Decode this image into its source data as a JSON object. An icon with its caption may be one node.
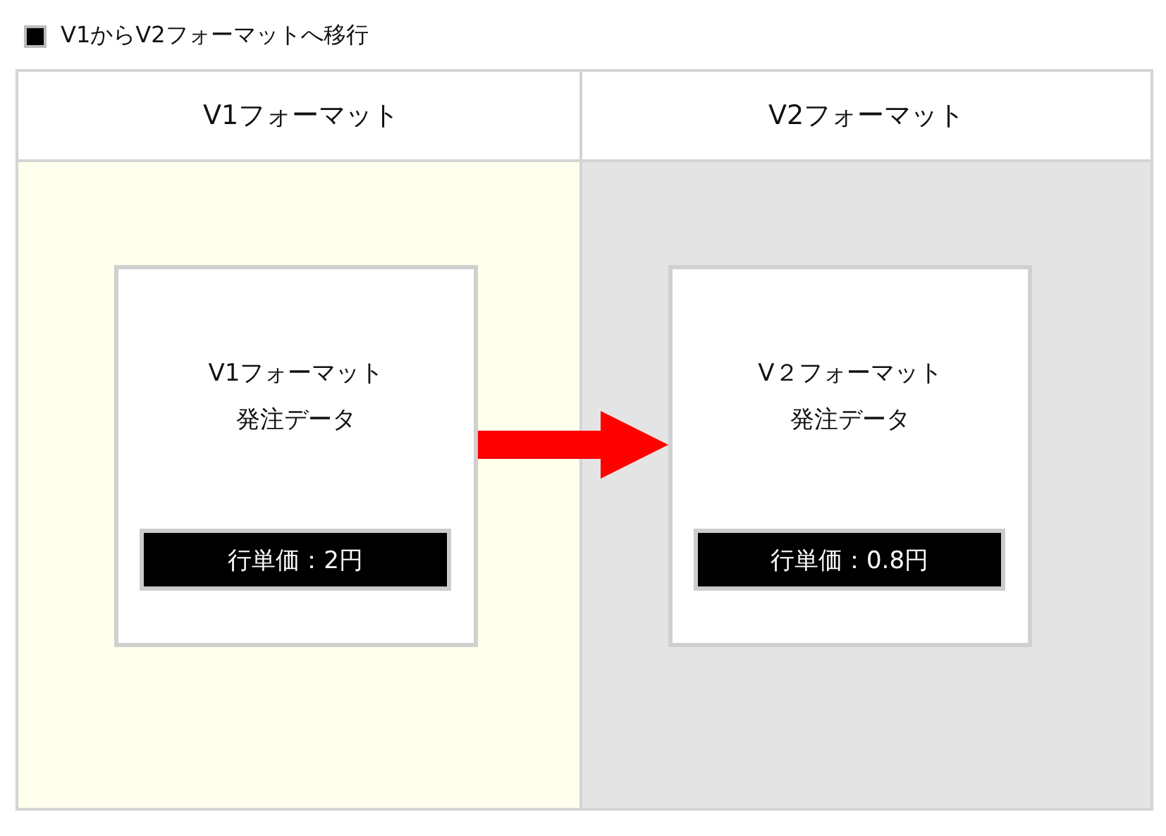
{
  "diagram": {
    "title": "V1からV2フォーマットへ移行",
    "nodes": [
      {
        "text": [
          "V1フォーマット"
        ]
      },
      {
        "text": [
          "V1フォーマット",
          "発注データ"
        ],
        "in": 0
      },
      {
        "text": [
          "行単価：2円"
        ],
        "in": 1
      },
      {
        "text": [
          "V2フォーマット"
        ]
      },
      {
        "text": [
          "V２フォーマット",
          "発注データ"
        ],
        "in": 3
      },
      {
        "text": [
          "行単価：0.8円"
        ],
        "in": 4
      }
    ],
    "edges": [
      {
        "from": 1,
        "to": 4,
        "arrow": "to",
        "color": "#ff0000"
      }
    ]
  }
}
